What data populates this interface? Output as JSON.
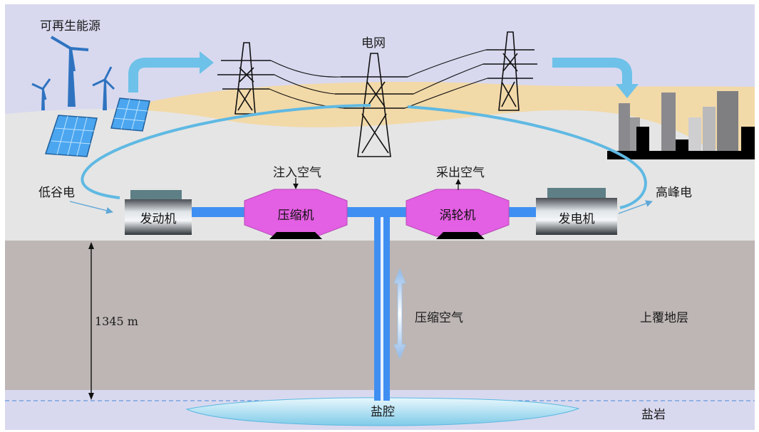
{
  "labels": {
    "renewable": "可再生能源",
    "grid": "电网",
    "off_peak": "低谷电",
    "peak": "高峰电",
    "air_in": "注入空气",
    "air_out": "采出空气",
    "motor": "发动机",
    "compressor": "压缩机",
    "turbine": "涡轮机",
    "generator": "发电机",
    "compressed_air": "压缩空气",
    "overburden": "上覆地层",
    "depth": "1345 m",
    "cavern": "盐腔",
    "salt_rock": "盐岩"
  },
  "colors": {
    "sky": "#d8d9ef",
    "sand": "#f2d9a8",
    "ground_surface": "#e5e5e5",
    "overburden_layer": "#bdb6b5",
    "salt_layer": "#d8d9ef",
    "pipe": "#3f8ff2",
    "compressor_fill": "#e35fe3",
    "flow_arrow": "#5fb9e3",
    "cavern": "#aee2f5"
  }
}
